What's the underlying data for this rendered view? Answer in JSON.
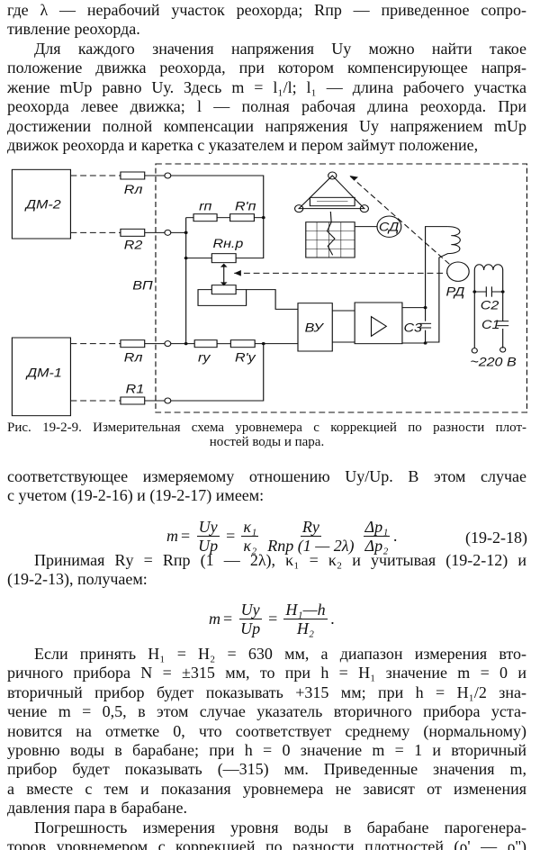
{
  "p1": {
    "lines": [
      "где λ — нерабочий участок реохорда; Rпр — приведенное сопро-",
      "тивление реохорда."
    ]
  },
  "p2": {
    "lines": [
      "Для каждого значения напряжения Uу можно найти такое",
      "положение движка реохорда, при котором компенсирующее напря-",
      "жение mUр равно Uу. Здесь m = l₁/l; l₁ — длина рабочего участка",
      "реохорда левее движка; l — полная рабочая длина реохорда. При",
      "достижении полной компенсации напряжения Uу напряжением mUр",
      "движок реохорда и каретка с указателем и пером займут положение,"
    ]
  },
  "figure": {
    "labels": {
      "dm2": "ДМ-2",
      "dm1": "ДМ-1",
      "rl_top": "Rл",
      "r2": "R2",
      "rl_bottom": "Rл",
      "r1": "R1",
      "rp": "rп",
      "rp_prime": "R'п",
      "rnp": "Rн.р",
      "vp": "ВП",
      "ry": "rу",
      "ry_prime": "R'у",
      "vu": "ВУ",
      "c3": "C3",
      "sd": "СД",
      "rd": "РД",
      "c2": "C2",
      "c1": "C1",
      "supply": "~220 В"
    },
    "caption": [
      "Рис. 19-2-9. Измерительная схема уровнемера с коррекцией по разности плот-",
      "ностей воды и пара."
    ]
  },
  "p3": {
    "lines": [
      "соответствующее измеряемому отношению Uу/Uр. В этом случае",
      "с учетом (19-2-16) и (19-2-17) имеем:"
    ]
  },
  "eq1": {
    "lhs": "m",
    "eq": "=",
    "f1n": "Uу",
    "f1d": "Uр",
    "eq2": "=",
    "f2n": "κ₁",
    "f2d": "κ₂",
    "f3n": "Rу",
    "f3d": "Rпр (1 — 2λ)",
    "f4n": "Δp₁",
    "f4d": "Δp₂",
    "end": ".",
    "number": "(19-2-18)"
  },
  "p4": {
    "lines": [
      "Принимая Rу = Rпр (1 — 2λ), κ₁ = κ₂ и учитывая (19-2-12) и",
      "(19-2-13), получаем:"
    ]
  },
  "eq2": {
    "lhs": "m",
    "eq": "=",
    "f1n": "Uу",
    "f1d": "Uр",
    "eq2": "=",
    "f2n": "H₁—h",
    "f2d": "H₂",
    "end": "."
  },
  "p5": {
    "lines": [
      "Если принять H₁ = H₂ = 630 мм, а диапазон измерения вто-",
      "ричного прибора N = ±315 мм, то при h = H₁ значение m = 0 и",
      "вторичный прибор будет показывать +315 мм; при h = H₁/2 зна-",
      "чение m = 0,5, в этом случае указатель вторичного прибора уста-",
      "новится на отметке 0, что соответствует среднему (нормальному)",
      "уровню воды в барабане; при h = 0 значение m = 1 и вторичный",
      "прибор будет показывать (—315) мм. Приведенные значения m,",
      "а вместе с тем и показания уровнемера не зависят от изменения",
      "давления пара в барабане."
    ]
  },
  "p6": {
    "lines": [
      "Погрешность измерения уровня воды в барабане парогенера-",
      "торов уровнемером с коррекцией по разности плотностей (ρ' — ρ'')"
    ]
  }
}
